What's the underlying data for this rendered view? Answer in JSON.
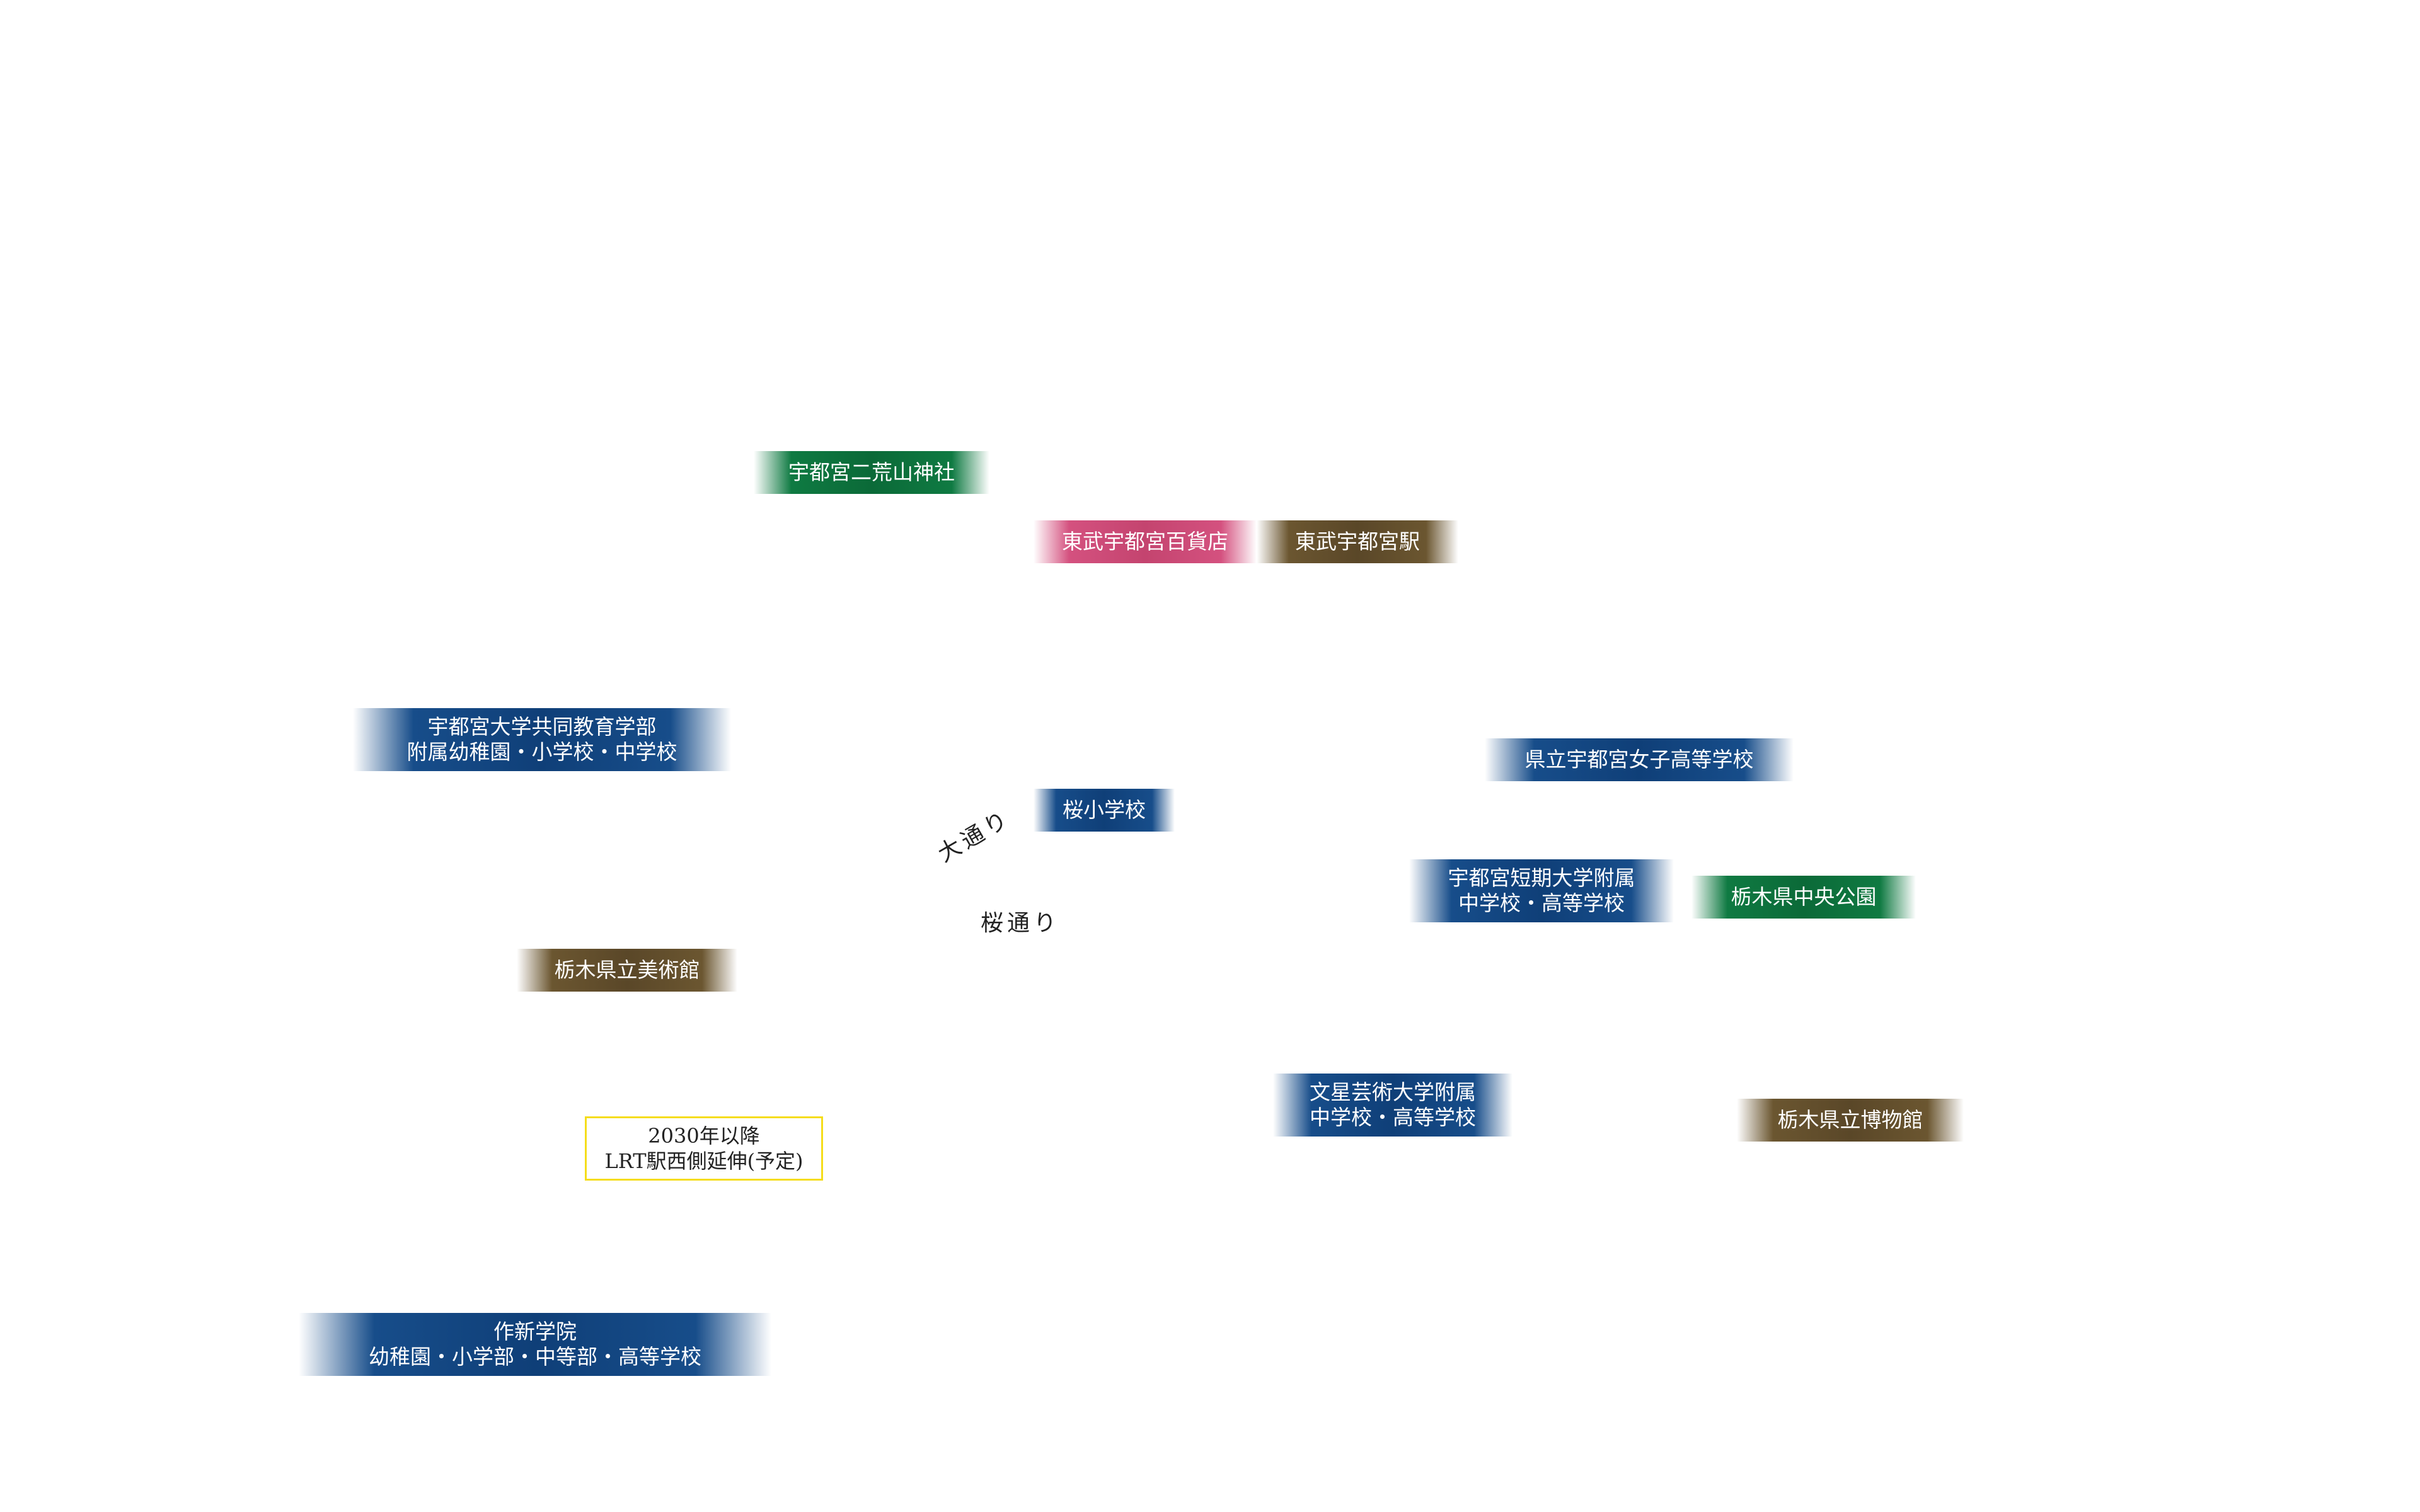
{
  "colors": {
    "school_blue": "#0f3f78",
    "park_green": "#0b6a38",
    "culture_brown": "#5a4728",
    "department_store_pink": "#c4446f",
    "note_border_yellow": "#f5dd1a"
  },
  "places": {
    "futaarayama_shrine": "宇都宮二荒山神社",
    "tobu_department_store": "東武宇都宮百貨店",
    "tobu_station": "東武宇都宮駅",
    "utsunomiya_univ_line1": "宇都宮大学共同教育学部",
    "utsunomiya_univ_line2": "附属幼稚園・小学校・中学校",
    "sakura_elementary": "桜小学校",
    "prefectural_girls_high": "県立宇都宮女子高等学校",
    "junior_college_line1": "宇都宮短期大学附属",
    "junior_college_line2": "中学校・高等学校",
    "central_park": "栃木県中央公園",
    "art_museum": "栃木県立美術館",
    "bunsei_line1": "文星芸術大学附属",
    "bunsei_line2": "中学校・高等学校",
    "prefectural_museum": "栃木県立博物館",
    "sakushin_line1": "作新学院",
    "sakushin_line2": "幼稚園・小学部・中等部・高等学校"
  },
  "roads": {
    "odori": "大通り",
    "sakura_dori": "桜通り"
  },
  "note": {
    "line1": "2030年以降",
    "line2": "LRT駅西側延伸(予定)"
  }
}
